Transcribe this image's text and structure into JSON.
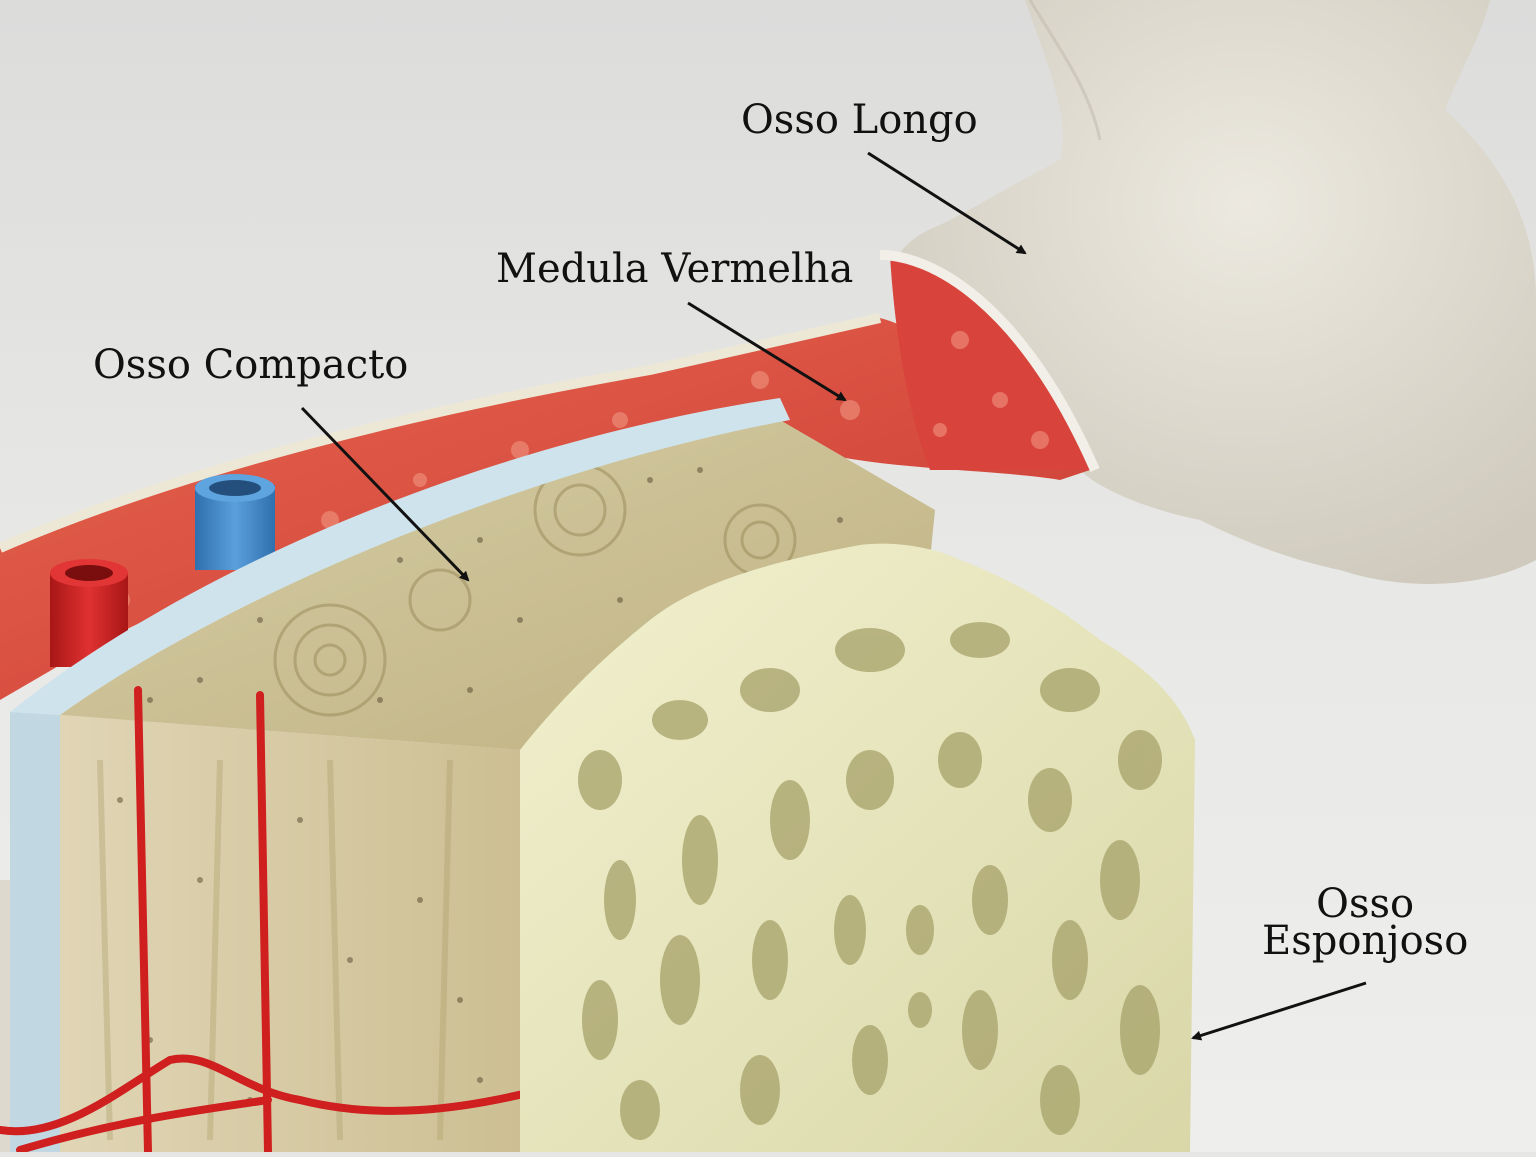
{
  "labels": {
    "osso_longo": "Osso Longo",
    "medula_vermelha": "Medula Vermelha",
    "osso_compacto": "Osso Compacto",
    "osso_esponjoso_line1": "Osso",
    "osso_esponjoso_line2": "Esponjoso"
  },
  "colors": {
    "background": "#e6e6e4",
    "bone_surface": "#e3dfd4",
    "red_marrow": "#d9473f",
    "compact_bone": "#cbbf95",
    "spongy_bone": "#ecebc6",
    "periosteum": "#c8dde7",
    "artery": "#d21f1f",
    "vein": "#3f86c9",
    "label_text": "#111111"
  }
}
